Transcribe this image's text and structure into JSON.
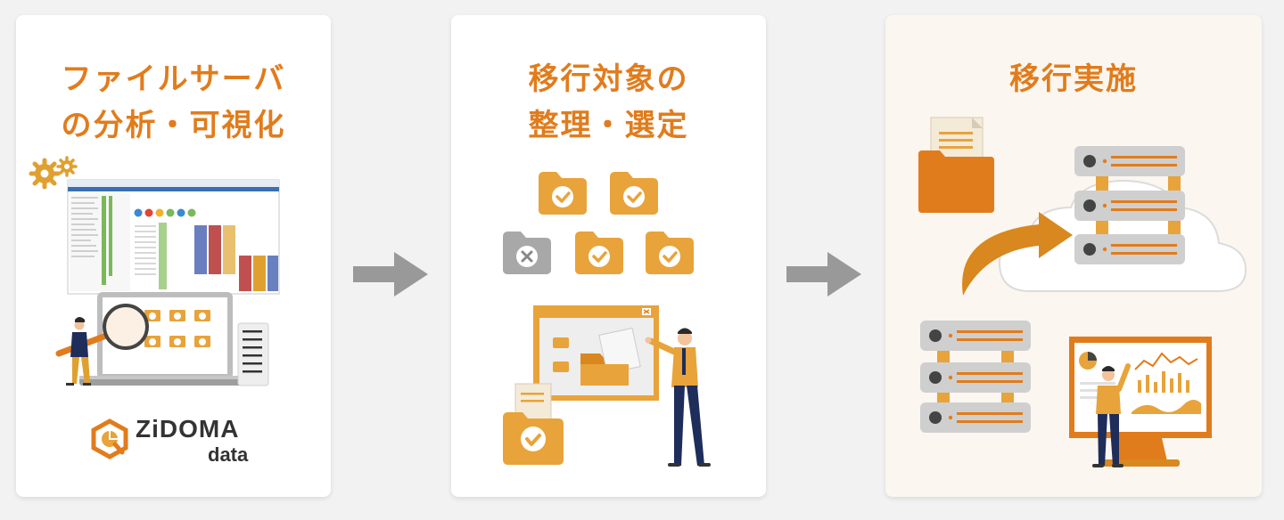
{
  "steps": [
    {
      "title_line1": "ファイルサーバ",
      "title_line2": "の分析・可視化"
    },
    {
      "title_line1": "移行対象の",
      "title_line2": "整理・選定"
    },
    {
      "title_line1": "移行実施",
      "title_line2": ""
    }
  ],
  "brand": {
    "name": "ZiDOMA",
    "sub": "data"
  },
  "colors": {
    "accent": "#e17c1c",
    "folder": "#e8a33a",
    "folder_dark": "#d8881f",
    "arrow_gray": "#999999",
    "server_gray": "#cccccc",
    "navy": "#1e2d5a"
  },
  "icons": [
    "gear-icon",
    "magnifier-icon",
    "folder-check-icon",
    "folder-x-icon",
    "server-icon",
    "cloud-icon",
    "curved-arrow-icon",
    "monitor-icon",
    "document-icon",
    "arrow-right-icon",
    "zidoma-logo-icon"
  ]
}
